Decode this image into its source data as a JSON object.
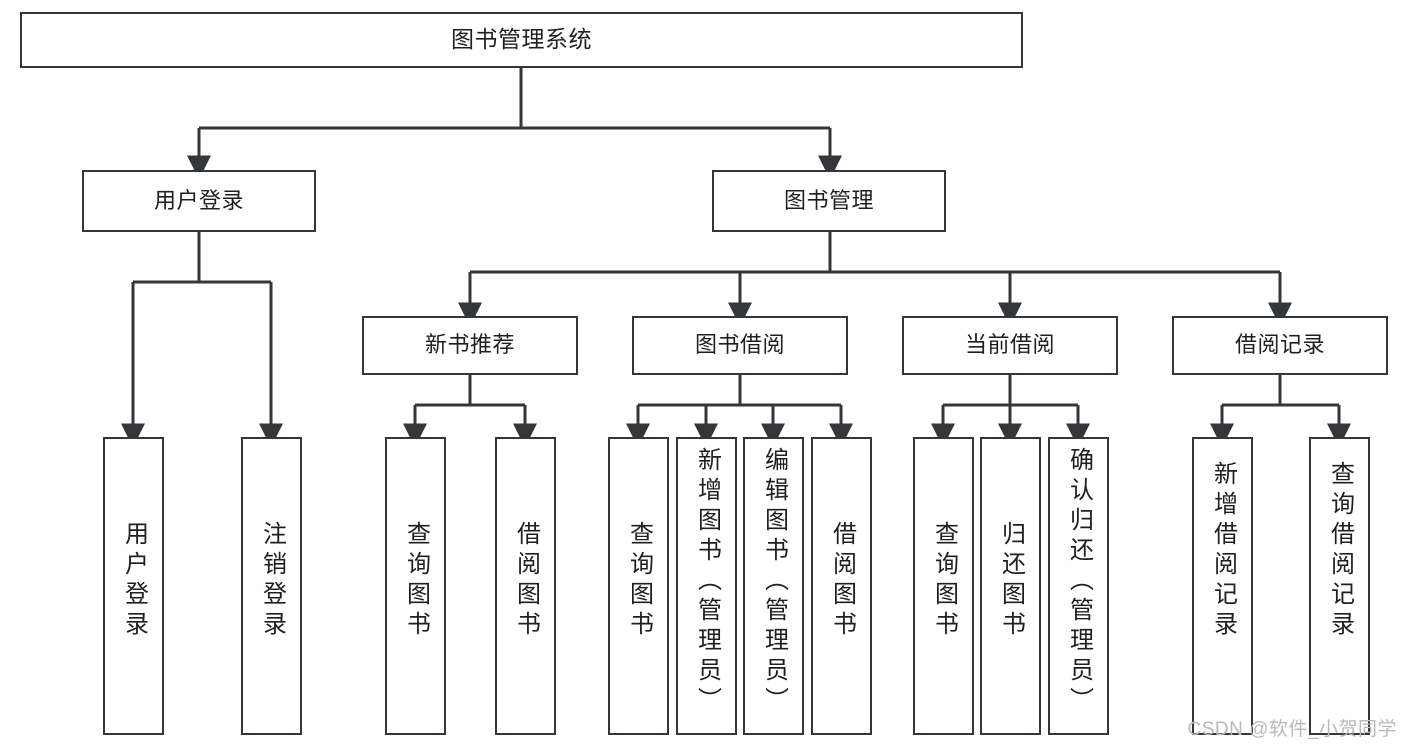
{
  "diagram": {
    "type": "tree-hierarchy-chart",
    "title": "图书管理系统",
    "stroke_color": "#33363b",
    "text_color": "#1f1f1f",
    "background_color": "#ffffff",
    "root": {
      "label": "图书管理系统"
    },
    "level2": [
      {
        "label": "用户登录"
      },
      {
        "label": "图书管理"
      }
    ],
    "level3": [
      {
        "label": "新书推荐"
      },
      {
        "label": "图书借阅"
      },
      {
        "label": "当前借阅"
      },
      {
        "label": "借阅记录"
      }
    ],
    "leaves": {
      "user_login": [
        {
          "label": "用户登录"
        },
        {
          "label": "注销登录"
        }
      ],
      "new_book_recommend": [
        {
          "label": "查询图书"
        },
        {
          "label": "借阅图书"
        }
      ],
      "book_borrow": [
        {
          "label": "查询图书"
        },
        {
          "label": "新增图书（管理员）"
        },
        {
          "label": "编辑图书（管理员）"
        },
        {
          "label": "借阅图书"
        }
      ],
      "current_borrow": [
        {
          "label": "查询图书"
        },
        {
          "label": "归还图书"
        },
        {
          "label": "确认归还（管理员）"
        }
      ],
      "borrow_record": [
        {
          "label": "新增借阅记录"
        },
        {
          "label": "查询借阅记录"
        }
      ]
    }
  },
  "watermark": {
    "text": "CSDN @软件_小贺同学"
  }
}
